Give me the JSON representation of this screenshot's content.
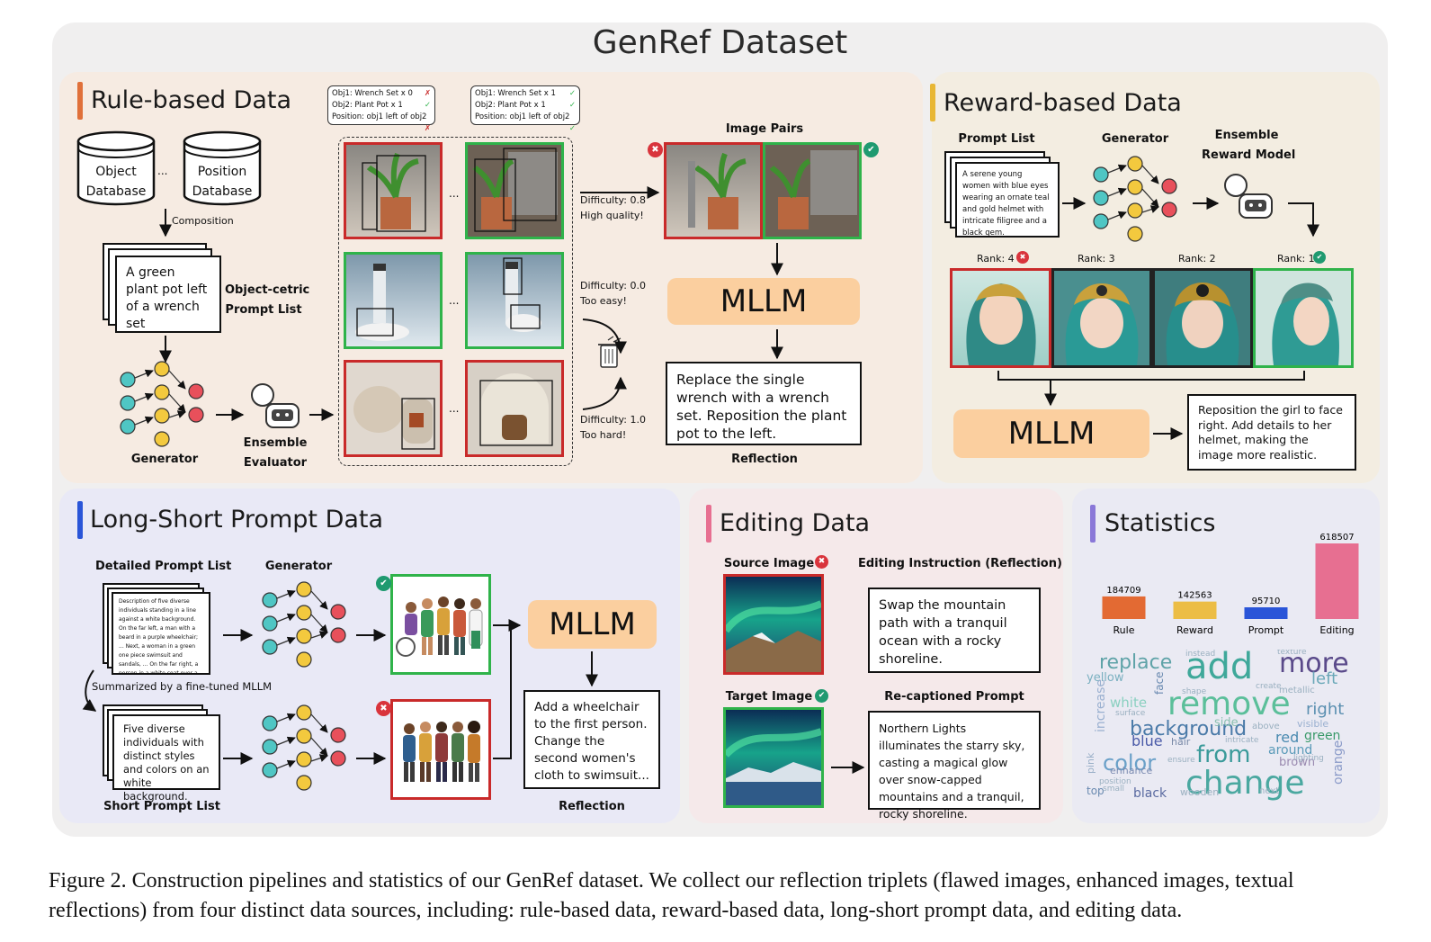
{
  "title": "GenRef Dataset",
  "rule": {
    "title": "Rule-based Data",
    "db_object": [
      "Object",
      "Database"
    ],
    "db_position": [
      "Position",
      "Database"
    ],
    "ellipsis": "...",
    "composition": "Composition",
    "prompt_text": "A green plant pot left of a wrench set",
    "prompt_list_label": [
      "Object-cetric",
      "Prompt List"
    ],
    "generator": "Generator",
    "evaluator": [
      "Ensemble",
      "Evaluator"
    ],
    "check_bad": [
      "Obj1: Wrench Set x 0",
      "Obj2: Plant Pot x 1",
      "Position:  obj1 left of obj2"
    ],
    "check_good": [
      "Obj1: Wrench Set x 1",
      "Obj2: Plant Pot x 1",
      "Position:  obj1 left of obj2"
    ],
    "diff1": [
      "Difficulty: 0.8",
      "High quality!"
    ],
    "diff2": [
      "Difficulty: 0.0",
      "Too easy!"
    ],
    "diff3": [
      "Difficulty: 1.0",
      "Too hard!"
    ],
    "image_pairs": "Image Pairs",
    "mllm": "MLLM",
    "reflection_text": "Replace the single wrench with a wrench set. Reposition the plant pot to the left.",
    "reflection_label": "Reflection"
  },
  "reward": {
    "title": "Reward-based Data",
    "prompt_list": "Prompt List",
    "generator": "Generator",
    "ensemble": [
      "Ensemble",
      "Reward Model"
    ],
    "prompt_text": "A serene young women with blue eyes wearing an ornate teal and gold helmet with intricate filigree and a black gem.",
    "ranks": [
      "Rank: 4",
      "Rank: 3",
      "Rank: 2",
      "Rank: 1"
    ],
    "mllm": "MLLM",
    "reflection_text": "Reposition the girl to face right. Add details to her helmet,  making the image more realistic."
  },
  "long": {
    "title": "Long-Short Prompt Data",
    "detailed_label": "Detailed Prompt List",
    "generator": "Generator",
    "detailed_text": "Description of five diverse individuals standing in a line against a white background. On the far left, a man with a beard in a purple wheelchair; ... Next, a woman in a green one piece swimsuit and sandals, ... On the far right, a person in a white coat over a green dress, with curly hair and a bow, holding...",
    "summarized": "Summarized by a fine-tuned MLLM",
    "short_text": "Five diverse individuals with distinct styles and colors on an white background.",
    "short_label": "Short Prompt List",
    "mllm": "MLLM",
    "reflection_text": "Add a wheelchair to the first person. Change the second women's cloth to swimsuit...",
    "reflection_label": "Reflection"
  },
  "editing": {
    "title": "Editing Data",
    "source": "Source Image",
    "instruction_label": "Editing Instruction (Reflection)",
    "instruction_text": "Swap the mountain path with a tranquil ocean with a rocky shoreline.",
    "target": "Target Image",
    "recaption_label": "Re-captioned Prompt",
    "recaption_text": "Northern Lights illuminates the starry sky, casting a magical glow over snow-capped mountains and a tranquil, rocky shoreline."
  },
  "stats": {
    "title": "Statistics",
    "cloud_words": [
      "replace",
      "add",
      "more",
      "remove",
      "right",
      "background",
      "left",
      "from",
      "change",
      "color",
      "blue",
      "red",
      "green",
      "yellow",
      "white",
      "increase",
      "face",
      "hair",
      "black",
      "side",
      "around",
      "brown",
      "orange",
      "enhance",
      "above",
      "visible",
      "pink",
      "top",
      "instead",
      "texture",
      "metallic",
      "wooden",
      "next",
      "create",
      "surface",
      "shape",
      "lighting",
      "ensure",
      "intricate",
      "small",
      "position"
    ]
  },
  "chart_data": {
    "type": "bar",
    "categories": [
      "Rule",
      "Reward",
      "Prompt",
      "Editing"
    ],
    "values": [
      184709,
      142563,
      95710,
      618507
    ],
    "colors": [
      "#e36a33",
      "#ecbd45",
      "#2a55d8",
      "#e76f91"
    ],
    "title": "",
    "xlabel": "",
    "ylabel": ""
  },
  "caption": "Figure 2. Construction pipelines and statistics of our GenRef dataset. We collect our reflection triplets (flawed images, enhanced images, textual reflections) from four distinct data sources, including: rule-based data, reward-based data, long-short prompt data, and editing data."
}
